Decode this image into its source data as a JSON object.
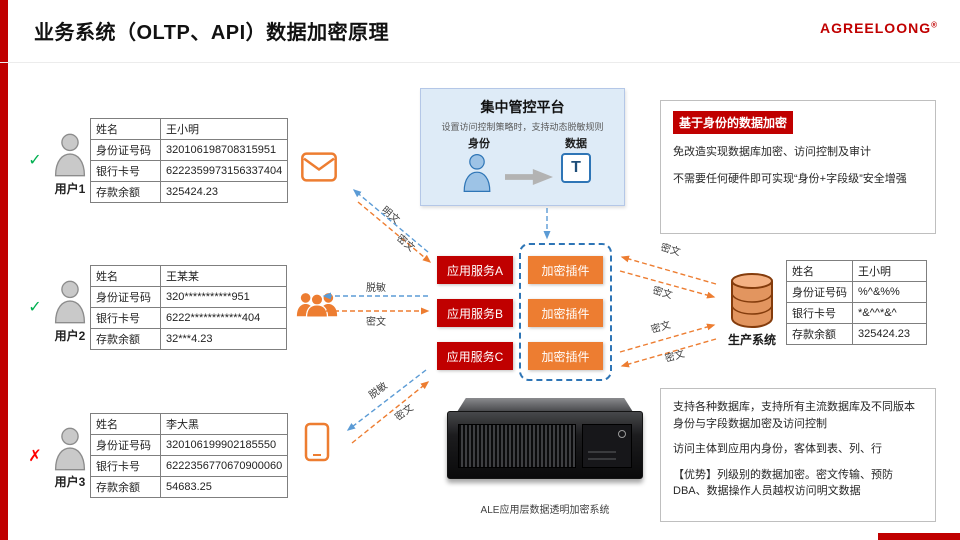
{
  "header": {
    "title": "业务系统（OLTP、API）数据加密原理",
    "brand": "AGREELOONG",
    "brand_mark": "®"
  },
  "platform": {
    "title": "集中管控平台",
    "subtitle": "设置访问控制策略时，支持动态脱敏规则",
    "identity_label": "身份",
    "data_label": "数据",
    "t_glyph": "T"
  },
  "users": [
    {
      "label": "用户1",
      "status_glyph": "✓",
      "rows": [
        [
          "姓名",
          "王小明"
        ],
        [
          "身份证号码",
          "320106198708315951"
        ],
        [
          "银行卡号",
          "6222359973156337404"
        ],
        [
          "存款余额",
          "325424.23"
        ]
      ]
    },
    {
      "label": "用户2",
      "status_glyph": "✓",
      "rows": [
        [
          "姓名",
          "王某某"
        ],
        [
          "身份证号码",
          "320***********951"
        ],
        [
          "银行卡号",
          "6222************404"
        ],
        [
          "存款余额",
          "32***4.23"
        ]
      ]
    },
    {
      "label": "用户3",
      "status_glyph": "✗",
      "rows": [
        [
          "姓名",
          "李大黑"
        ],
        [
          "身份证号码",
          "320106199902185550"
        ],
        [
          "银行卡号",
          "6222356770670900060"
        ],
        [
          "存款余额",
          "54683.25"
        ]
      ]
    }
  ],
  "services": {
    "items": [
      "应用服务A",
      "应用服务B",
      "应用服务C"
    ],
    "plugin_label": "加密插件"
  },
  "production": {
    "label": "生产系统",
    "rows": [
      [
        "姓名",
        "王小明"
      ],
      [
        "身份证号码",
        "%^&%%"
      ],
      [
        "银行卡号",
        "*&^^*&^"
      ],
      [
        "存款余额",
        "325424.23"
      ]
    ]
  },
  "info_top": {
    "title": "基于身份的数据加密",
    "lines": [
      "免改造实现数据库加密、访问控制及审计",
      "不需要任何硬件即可实现“身份+字段级”安全增强"
    ]
  },
  "info_bottom": {
    "lines": [
      "支持各种数据库，支持所有主流数据库及不同版本身份与字段数据加密及访问控制",
      "访问主体到应用内身份，客体到表、列、行",
      "【优势】列级别的数据加密。密文传输、预防DBA、数据操作人员越权访问明文数据"
    ]
  },
  "server_caption": "ALE应用层数据透明加密系统",
  "arrows": {
    "plaintext": "明文",
    "ciphertext": "密文",
    "masked": "脱敏"
  },
  "colors": {
    "accent_red": "#C00000",
    "orange": "#ED7D31",
    "blue": "#5B9BD5",
    "check_green": "#00B050",
    "cross_red": "#FF0000"
  }
}
